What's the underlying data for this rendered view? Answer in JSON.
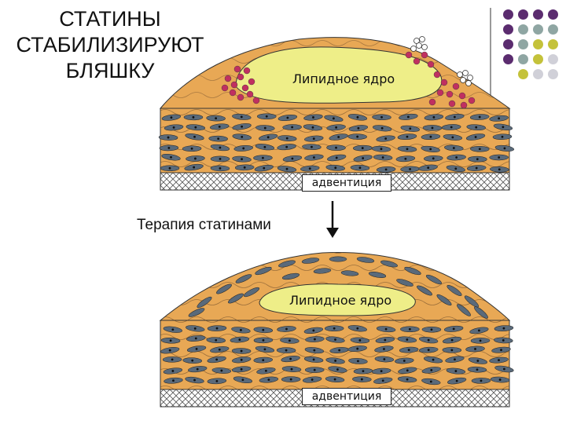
{
  "title": {
    "line1": "СТАТИНЫ",
    "line2": "СТАБИЛИЗИРУЮТ",
    "line3": "БЛЯШКУ"
  },
  "top_plaque": {
    "core_label": "Липидное ядро",
    "adventitia_label": "адвентиция"
  },
  "arrow_label": "Терапия статинами",
  "bottom_plaque": {
    "core_label": "Липидное ядро",
    "adventitia_label": "адвентиция"
  },
  "colors": {
    "tissue": "#e8a855",
    "lipid_core": "#eeee88",
    "cell": "#5a6a7a",
    "inflammation": "#c03060",
    "adventitia_hatch": "#555555",
    "dot_purple": "#5b2c6f",
    "dot_teal": "#8fa6a3",
    "dot_olive": "#c4c23a",
    "dot_grey": "#d0d0d8"
  }
}
